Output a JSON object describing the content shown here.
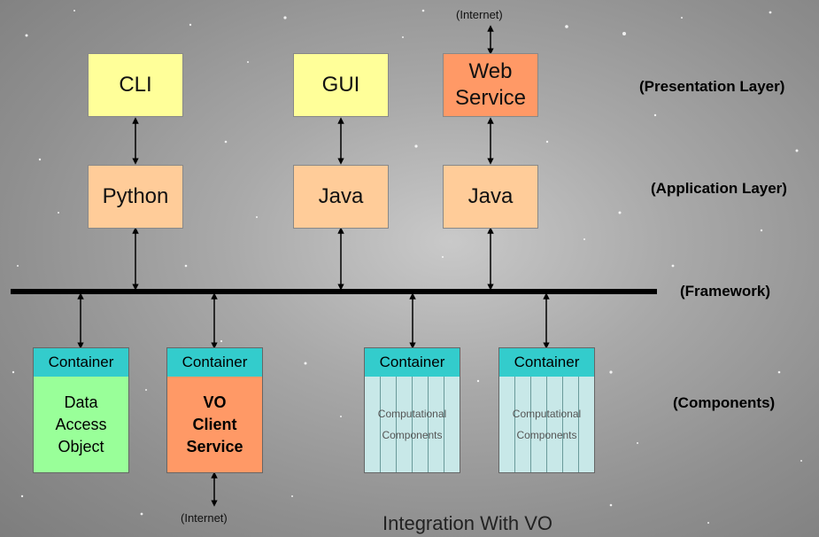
{
  "top_note": "(Internet)",
  "bottom_note": "(Internet)",
  "presentation": {
    "cli": "CLI",
    "gui": "GUI",
    "web_line1": "Web",
    "web_line2": "Service"
  },
  "application": {
    "python": "Python",
    "java1": "Java",
    "java2": "Java"
  },
  "layers": {
    "presentation": "(Presentation Layer)",
    "application": "(Application Layer)",
    "framework": "(Framework)",
    "components": "(Components)"
  },
  "containers": {
    "header": "Container",
    "dao_l1": "Data",
    "dao_l2": "Access",
    "dao_l3": "Object",
    "vo_l1": "VO",
    "vo_l2": "Client",
    "vo_l3": "Service",
    "comp_l1": "Computational",
    "comp_l2": "Components"
  },
  "footer": "Integration With VO",
  "colors": {
    "presentation_box": "#ffff99",
    "application_box": "#ffcc99",
    "web_service_box": "#ff9966",
    "container_header": "#33cccc",
    "data_access": "#99ff99",
    "vo_client": "#ff9966",
    "computational": "#c8e8e8"
  }
}
